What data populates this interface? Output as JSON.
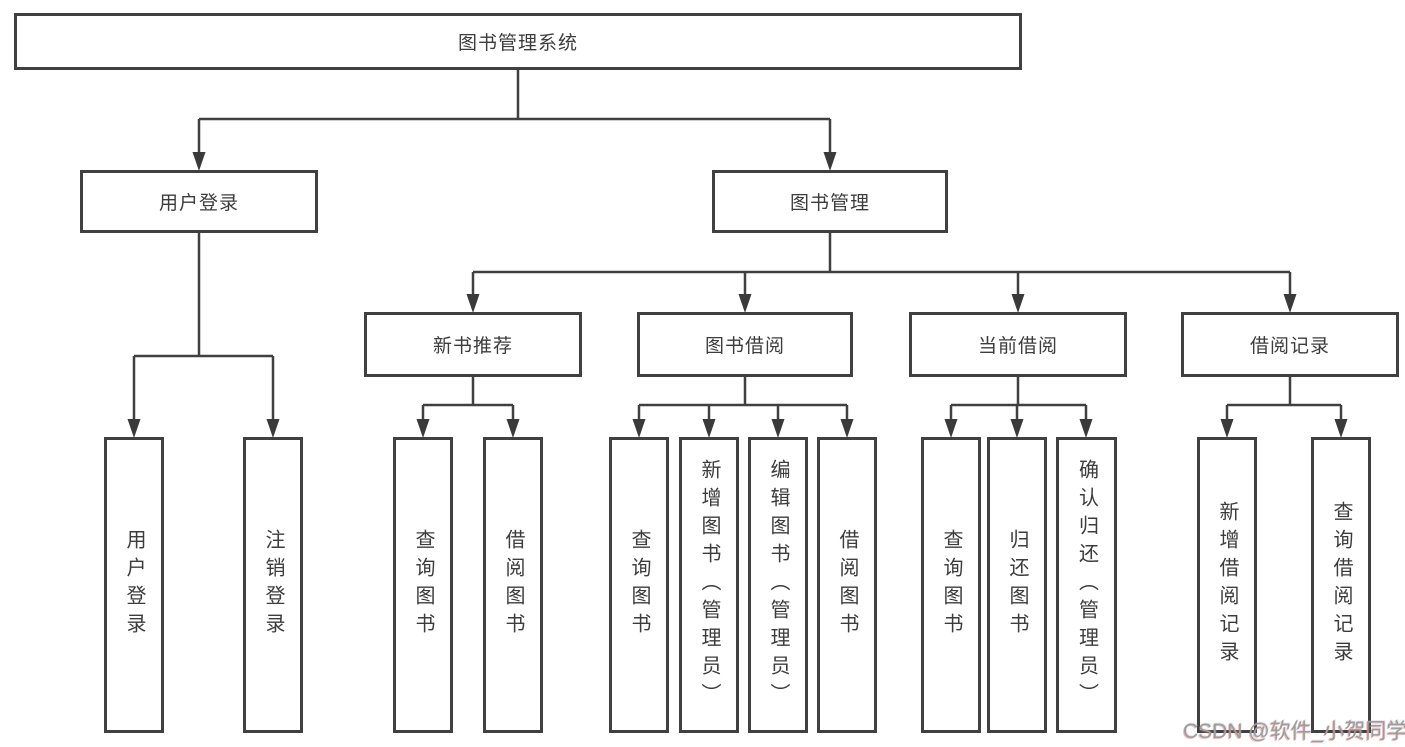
{
  "diagram": {
    "title": "图书管理系统",
    "root": {
      "label": "图书管理系统"
    },
    "level2": [
      {
        "label": "用户登录"
      },
      {
        "label": "图书管理"
      }
    ],
    "level3": [
      {
        "label": "新书推荐"
      },
      {
        "label": "图书借阅"
      },
      {
        "label": "当前借阅"
      },
      {
        "label": "借阅记录"
      }
    ],
    "leaves": [
      {
        "label": "用户登录",
        "parent": "用户登录"
      },
      {
        "label": "注销登录",
        "parent": "用户登录"
      },
      {
        "label": "查询图书",
        "parent": "新书推荐"
      },
      {
        "label": "借阅图书",
        "parent": "新书推荐"
      },
      {
        "label": "查询图书",
        "parent": "图书借阅"
      },
      {
        "label": "新增图书（管理员）",
        "parent": "图书借阅"
      },
      {
        "label": "编辑图书（管理员）",
        "parent": "图书借阅"
      },
      {
        "label": "借阅图书",
        "parent": "图书借阅"
      },
      {
        "label": "查询图书",
        "parent": "当前借阅"
      },
      {
        "label": "归还图书",
        "parent": "当前借阅"
      },
      {
        "label": "确认归还（管理员）",
        "parent": "当前借阅"
      },
      {
        "label": "新增借阅记录",
        "parent": "借阅记录"
      },
      {
        "label": "查询借阅记录",
        "parent": "借阅记录"
      }
    ],
    "watermark": "CSDN @软件_小贺同学",
    "colors": {
      "line": "#404040",
      "box_border": "#404040",
      "text": "#3c3c3c",
      "watermark_gray": "#9c9c9c",
      "watermark_red_fringe": "#de6e64",
      "background": "#ffffff"
    }
  }
}
